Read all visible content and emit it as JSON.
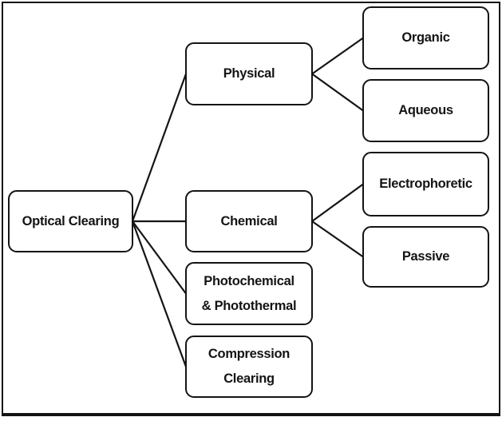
{
  "diagram": {
    "type": "tree",
    "background_color": "#ffffff",
    "line_color": "#141414",
    "box_border_color": "#141414",
    "text_color": "#141414"
  },
  "nodes": {
    "optical_clearing": {
      "label": "Optical Clearing"
    },
    "physical": {
      "label": "Physical"
    },
    "chemical": {
      "label": "Chemical"
    },
    "photochemical_photothermal": {
      "line1": "Photochemical",
      "line2": "& Photothermal"
    },
    "compression_clearing": {
      "line1": "Compression",
      "line2": "Clearing"
    },
    "organic": {
      "label": "Organic"
    },
    "aqueous": {
      "label": "Aqueous"
    },
    "electrophoretic": {
      "label": "Electrophoretic"
    },
    "passive": {
      "label": "Passive"
    }
  },
  "edges": [
    {
      "from": "optical_clearing",
      "to": "physical"
    },
    {
      "from": "optical_clearing",
      "to": "chemical"
    },
    {
      "from": "optical_clearing",
      "to": "photochemical_photothermal"
    },
    {
      "from": "optical_clearing",
      "to": "compression_clearing"
    },
    {
      "from": "physical",
      "to": "organic"
    },
    {
      "from": "physical",
      "to": "aqueous"
    },
    {
      "from": "chemical",
      "to": "electrophoretic"
    },
    {
      "from": "chemical",
      "to": "passive"
    }
  ]
}
